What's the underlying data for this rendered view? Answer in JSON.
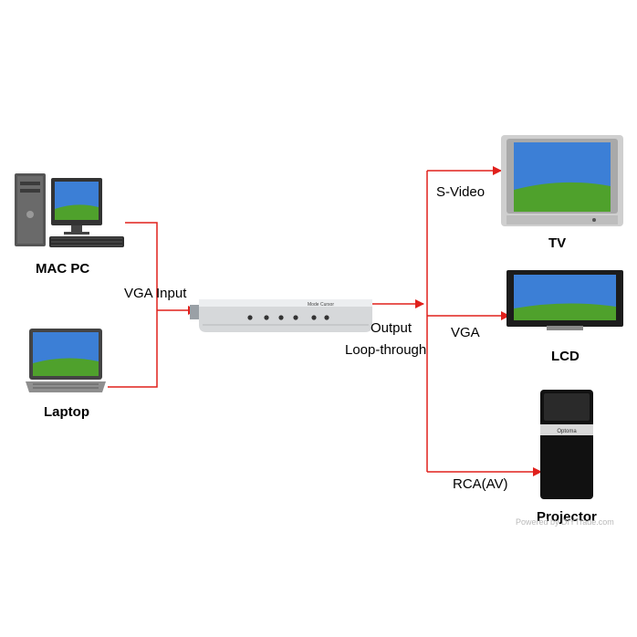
{
  "sources": {
    "mac_pc": {
      "label": "MAC PC",
      "icon": "desktop-computer-icon"
    },
    "laptop": {
      "label": "Laptop",
      "icon": "laptop-icon"
    }
  },
  "converter": {
    "input_label": "VGA Input",
    "output_label_1": "Output",
    "output_label_2": "Loop-through",
    "icon": "vga-converter-box-icon",
    "button_labels": [
      "Mode",
      "Cursor"
    ]
  },
  "outputs": {
    "tv": {
      "label": "TV",
      "connection": "S-Video",
      "icon": "crt-tv-icon"
    },
    "lcd": {
      "label": "LCD",
      "connection": "VGA",
      "icon": "lcd-monitor-icon"
    },
    "projector": {
      "label": "Projector",
      "connection": "RCA(AV)",
      "icon": "projector-icon"
    }
  },
  "watermark": "Powered by DIYTrade.com",
  "colors": {
    "wire": "#e0201c",
    "screen_sky": "#3c7fd6",
    "screen_grass": "#4fa12c",
    "device_gray": "#c9c9c9"
  }
}
